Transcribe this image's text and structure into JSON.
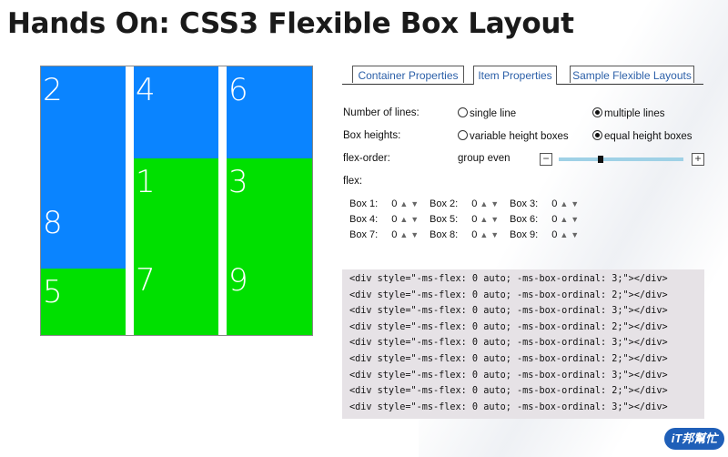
{
  "title": "Hands On: CSS3 Flexible Box Layout",
  "columns": [
    {
      "boxes": [
        {
          "label": "2",
          "color": "blue",
          "flex": 2
        },
        {
          "label": "8",
          "color": "blue",
          "flex": 1.05
        },
        {
          "label": "5",
          "color": "green",
          "flex": 1
        }
      ]
    },
    {
      "boxes": [
        {
          "label": "4",
          "color": "blue",
          "flex": 1
        },
        {
          "label": "1",
          "color": "green",
          "flex": 1.08
        },
        {
          "label": "7",
          "color": "green",
          "flex": 0.85
        }
      ]
    },
    {
      "boxes": [
        {
          "label": "6",
          "color": "blue",
          "flex": 1
        },
        {
          "label": "3",
          "color": "green",
          "flex": 1.08
        },
        {
          "label": "9",
          "color": "green",
          "flex": 0.85
        }
      ]
    }
  ],
  "tabs": [
    {
      "label": "Container Properties",
      "active": false
    },
    {
      "label": "Item Properties",
      "active": true
    },
    {
      "label": "Sample Flexible Layouts",
      "active": false
    }
  ],
  "options": {
    "lines_label": "Number of lines:",
    "lines_opt1": "single line",
    "lines_opt2": "multiple lines",
    "heights_label": "Box heights:",
    "heights_opt1": "variable height boxes",
    "heights_opt2": "equal height boxes",
    "order_label": "flex-order:",
    "order_value": "group even",
    "flex_label": "flex:"
  },
  "flex_boxes": [
    {
      "label": "Box 1:",
      "value": "0"
    },
    {
      "label": "Box 2:",
      "value": "0"
    },
    {
      "label": "Box 3:",
      "value": "0"
    },
    {
      "label": "Box 4:",
      "value": "0"
    },
    {
      "label": "Box 5:",
      "value": "0"
    },
    {
      "label": "Box 6:",
      "value": "0"
    },
    {
      "label": "Box 7:",
      "value": "0"
    },
    {
      "label": "Box 8:",
      "value": "0"
    },
    {
      "label": "Box 9:",
      "value": "0"
    }
  ],
  "code_lines": [
    "<div style=\"-ms-flex: 0 auto; -ms-box-ordinal: 3;\"></div>",
    "<div style=\"-ms-flex: 0 auto; -ms-box-ordinal: 2;\"></div>",
    "<div style=\"-ms-flex: 0 auto; -ms-box-ordinal: 3;\"></div>",
    "<div style=\"-ms-flex: 0 auto; -ms-box-ordinal: 2;\"></div>",
    "<div style=\"-ms-flex: 0 auto; -ms-box-ordinal: 3;\"></div>",
    "<div style=\"-ms-flex: 0 auto; -ms-box-ordinal: 2;\"></div>",
    "<div style=\"-ms-flex: 0 auto; -ms-box-ordinal: 3;\"></div>",
    "<div style=\"-ms-flex: 0 auto; -ms-box-ordinal: 2;\"></div>",
    "<div style=\"-ms-flex: 0 auto; -ms-box-ordinal: 3;\"></div>"
  ],
  "colors": {
    "blue": "#0a84ff",
    "green": "#00e000"
  },
  "logo_text": "iT邦幫忙"
}
